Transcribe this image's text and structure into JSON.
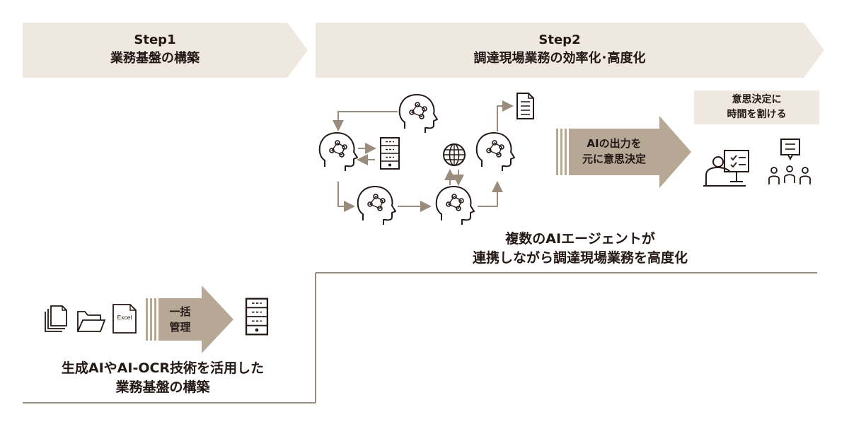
{
  "step1": {
    "title": "Step1",
    "subtitle": "業務基盤の構築"
  },
  "step2": {
    "title": "Step2",
    "subtitle": "調達現場業務の効率化･高度化"
  },
  "step1_panel": {
    "arrow_label": [
      "一括",
      "管理"
    ],
    "file_icon_label": "Excel",
    "caption": [
      "生成AIやAI-OCR技術を活用した",
      "業務基盤の構築"
    ]
  },
  "step2_panel": {
    "arrow_label": [
      "AIの出力を",
      "元に意思決定"
    ],
    "decision_label": [
      "意思決定に",
      "時間を割ける"
    ],
    "caption": [
      "複数のAIエージェントが",
      "連携しながら調達現場業務を高度化"
    ]
  },
  "colors": {
    "banner_bg": "#efe8e0",
    "arrow_fill": "#b6a895",
    "line": "#9a8c7c",
    "icon_stroke": "#231815"
  },
  "icons": [
    "ai-head-icon",
    "server-icon",
    "globe-icon",
    "document-icon",
    "files-icon",
    "folder-icon",
    "excel-file-icon",
    "presenter-icon",
    "meeting-icon"
  ]
}
